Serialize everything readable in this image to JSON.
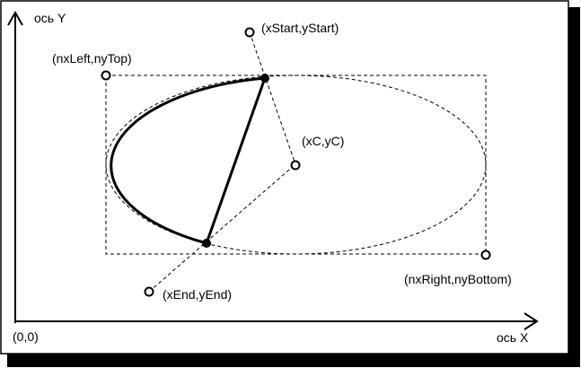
{
  "labels": {
    "axis_y": "ось Y",
    "axis_x": "ось X",
    "origin": "(0,0)",
    "top_left": "(nxLeft,nyTop)",
    "start": "(xStart,yStart)",
    "center": "(xC,yC)",
    "end": "(xEnd,yEnd)",
    "bottom_right": "(nxRight,nyBottom)"
  },
  "colors": {
    "ink": "#000000",
    "shadow": "#000000",
    "background": "#ffffff"
  }
}
